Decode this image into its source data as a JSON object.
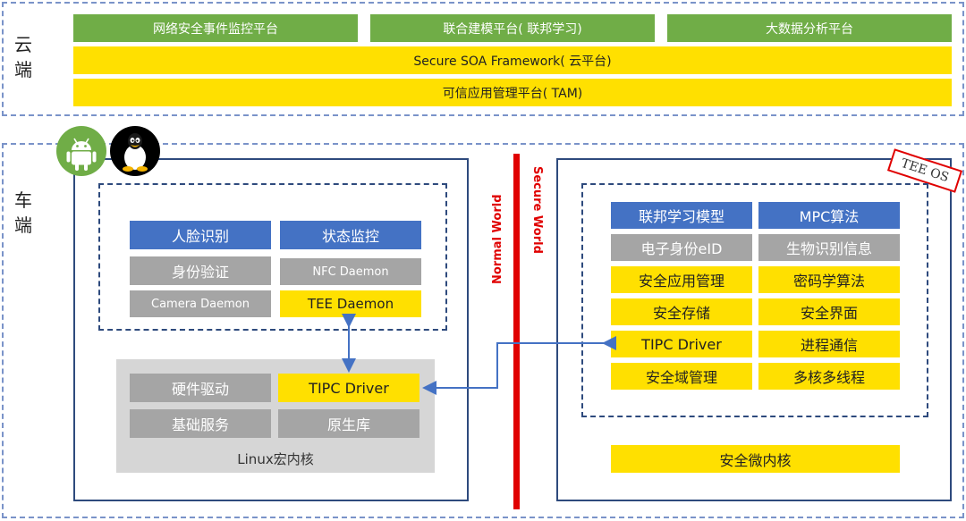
{
  "cloud": {
    "side_label_1": "云",
    "side_label_2": "端",
    "row1": [
      "网络安全事件监控平台",
      "联合建模平台( 联邦学习)",
      "大数据分析平台"
    ],
    "soa": "Secure SOA Framework( 云平台)",
    "tam": "可信应用管理平台( TAM)"
  },
  "vehicle": {
    "side_label_1": "车",
    "side_label_2": "端"
  },
  "normal": {
    "apps": [
      "人脸识别",
      "状态监控",
      "身份验证",
      "NFC Daemon",
      "Camera Daemon",
      "TEE Daemon"
    ],
    "kernel_items": [
      "硬件驱动",
      "TIPC Driver",
      "基础服务",
      "原生库"
    ],
    "kernel_label": "Linux宏内核"
  },
  "divider": {
    "normal_world": "Normal World",
    "secure_world": "Secure World"
  },
  "secure": {
    "tee_badge": "TEE OS",
    "items": [
      "联邦学习模型",
      "MPC算法",
      "电子身份eID",
      "生物识别信息",
      "安全应用管理",
      "密码学算法",
      "安全存储",
      "安全界面",
      "TIPC Driver",
      "进程通信",
      "安全域管理",
      "多核多线程"
    ],
    "micro_kernel": "安全微内核"
  },
  "icons": [
    "android-icon",
    "linux-penguin-icon"
  ],
  "colors": {
    "green": "#70ad47",
    "yellow": "#ffe000",
    "blue": "#4472c4",
    "gray": "#a5a5a5",
    "red": "#e00000",
    "frame": "#2e4a7d"
  }
}
